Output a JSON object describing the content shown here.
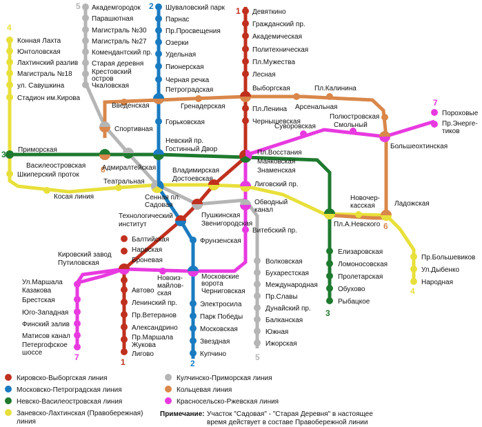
{
  "lines": [
    {
      "id": "l1",
      "number": "1",
      "color": "#c0301e"
    },
    {
      "id": "l2",
      "number": "2",
      "color": "#1a7bc0"
    },
    {
      "id": "l3",
      "number": "3",
      "color": "#1e7a2e"
    },
    {
      "id": "l4",
      "number": "4",
      "color": "#e8e03a"
    },
    {
      "id": "l5",
      "number": "5",
      "color": "#b5b5b5"
    },
    {
      "id": "l6",
      "number": "6",
      "color": "#d9874a"
    },
    {
      "id": "l7",
      "number": "7",
      "color": "#e83ae0"
    }
  ],
  "stations": {
    "akademgorodok": "Академгородок",
    "parashyutnaya": "Парашютная",
    "magistral30": "Магистраль №30",
    "magistral27": "Магистраль №27",
    "komendantsky": "Комендантский пр.",
    "staraya_derevnya": "Старая деревня",
    "krestovsky_1": "Крестовский",
    "krestovsky_2": "остров",
    "chkalovskaya": "Чкаловская",
    "sportivnaya": "Спортивная",
    "shuvalovsky": "Шуваловский парк",
    "parnas": "Парнас",
    "prosvescheniya": "Пр.Просвещения",
    "ozerki": "Озерки",
    "udelnaya": "Удельная",
    "pionerskaya": "Пионерская",
    "chernaya_rechka": "Черная речка",
    "petrogradskaya": "Петроградская",
    "gorkovskaya": "Горьковская",
    "nevsky_1": "Невский пр.",
    "nevsky_2": "Гостинный Двор",
    "devyatkino": "Девяткино",
    "grazhdansky": "Гражданский пр.",
    "akademicheskaya": "Академическая",
    "politekhnicheskaya": "Политехническая",
    "muzhestva": "Пл.Мужества",
    "lesnaya": "Лесная",
    "vyborgskaya": "Выборгская",
    "lenina": "Пл.Ленина",
    "chernyshevskaya": "Чернышевская",
    "vosstaniya": "Пл.Восстания",
    "mayakovskaya": "Маяковская",
    "znamenskaya": "Знаменская",
    "vladimirskaya": "Владимирская",
    "dostoevskaya": "Достоевская",
    "ligovsky": "Лиговский пр.",
    "obvodny_1": "Обводный",
    "obvodny_2": "канал",
    "vitebsky": "Витебский пр.",
    "volkovskaya": "Волковская",
    "bukharestskaya": "Бухарестская",
    "mezhdunarodnaya": "Международная",
    "slavy": "Пр.Славы",
    "dunaysky": "Дунайский пр.",
    "balkanskaya": "Балканская",
    "yuzhnaya": "Южная",
    "izhorskaya": "Ижорская",
    "konnaya": "Конная Лахта",
    "yuntolovskaya": "Юнтоловская",
    "lakhtinsky": "Лахтинский разлив",
    "magistral18": "Магистраль №18",
    "savushkina": "ул. Савушкина",
    "kirova": "Стадион им.Кирова",
    "primorskaya": "Приморская",
    "vasileostrovskaya": "Василеостровская",
    "admiralteyskaya": "Адмиралтейская",
    "shkipersky": "Шкиперский проток",
    "kosaya": "Косая линия",
    "teatralnaya": "Театральная",
    "sennaya_1": "Сенная пл.",
    "sennaya_2": "Садовая",
    "pushkinskaya": "Пушкинская",
    "zvenigorodskaya": "Звенигородская",
    "tekhnolog_1": "Технологический",
    "tekhnolog_2": "институт",
    "frunzenskaya": "Фрунзенская",
    "baltiyskaya": "Балтийская",
    "narvskaya": "Нарвская",
    "bronevaya": "Броневая",
    "kirovsky_1": "Кировский завод",
    "kirovsky_2": "Путиловская",
    "novoizm_1": "Новоиз-",
    "novoizm_2": "майлов-",
    "novoizm_3": "ская",
    "moskovskie_1": "Московские",
    "moskovskie_2": "ворота",
    "chernigovskaya": "Черниговская",
    "avtovo": "Автово",
    "leninsky": "Ленинский пр.",
    "veteranov": "Пр.Ветеранов",
    "aleksandrino": "Александрино",
    "zhukova_1": "Пр.Маршала",
    "zhukova_2": "Жукова",
    "ligovo": "Лигово",
    "elektrosila": "Электросила",
    "park_pobedy": "Парк Победы",
    "moskovskaya": "Московская",
    "zvezdnaya": "Звездная",
    "kupchino": "Купчино",
    "kazakova_1": "Ул.Маршала",
    "kazakova_2": "Казакова",
    "brestskaya": "Брестская",
    "yugozapadnaya": "Юго-Западная",
    "finsky": "Финский залив",
    "matisov": "Матисов канал",
    "petergof_1": "Петергофское",
    "petergof_2": "шоссе",
    "vvedenskaya": "Введенская",
    "grenaderskaya": "Гренадерская",
    "arsenalnaya": "Арсенальная",
    "kalinina": "Пл.Калинина",
    "polyustrovskaya": "Полюстровская",
    "suvorovskaya": "Суворовская",
    "smolny": "Смольный",
    "bolsheokhtinskaya": "Большеохтинская",
    "porokhovye": "Пороховые",
    "energetikov_1": "Пр.Энерге-",
    "energetikov_2": "тиков",
    "novocherk_1": "Новочер-",
    "novocherk_2": "касская",
    "ladozhskaya": "Ладожская",
    "nevskogo": "Пл.А.Невского",
    "elizarovskaya": "Елизаровская",
    "lomonosovskaya": "Ломоносовская",
    "proletarskaya": "Пролетарская",
    "obukhovo": "Обухово",
    "rybatskoe": "Рыбацкое",
    "bolshevikov": "Пр.Большевиков",
    "dybenko": "Ул.Дыбенко",
    "narodnaya": "Народная"
  },
  "legend": {
    "items": [
      {
        "label": "Кировско-Выборгская линия",
        "color": "#c0301e"
      },
      {
        "label": "Московско-Петроградская линия",
        "color": "#1a7bc0"
      },
      {
        "label": "Невско-Василеостровская линия",
        "color": "#1e7a2e"
      },
      {
        "label": "Заневско-Лахтинская (Правобережная)",
        "label2": "линия",
        "color": "#e8e03a"
      },
      {
        "label": "Кулчинско-Приморская линия",
        "color": "#b5b5b5"
      },
      {
        "label": "Кольцевая линия",
        "color": "#d9874a"
      },
      {
        "label": "Красносельско-Ржевская линия",
        "color": "#e83ae0"
      }
    ],
    "note_label": "Примечание:",
    "note_text_1": "Участок \"Садовая\" - \"Старая Деревня\" в настоящее",
    "note_text_2": "время действует в составе Правобережной линии"
  }
}
